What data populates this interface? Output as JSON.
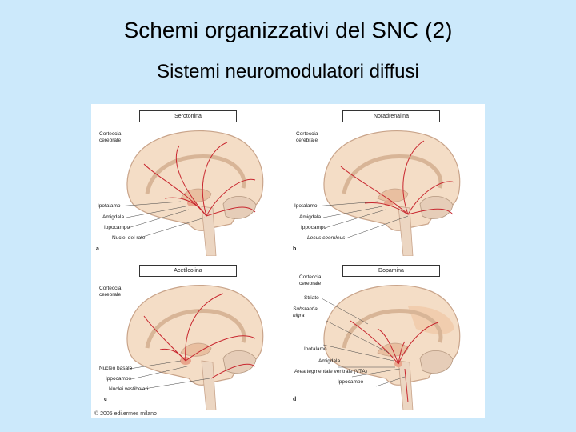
{
  "title": "Schemi organizzativi del SNC (2)",
  "subtitle": "Sistemi neuromodulatori diffusi",
  "panels": {
    "a": {
      "title": "Serotonina",
      "letter": "a",
      "labels": {
        "corteccia": "Corteccia cerebrale",
        "ipotalamo": "Ipotalamo",
        "amigdala": "Amigdala",
        "ippocampo": "Ippocampo",
        "nuclei_rafe": "Nuclei del rafe"
      }
    },
    "b": {
      "title": "Noradrenalina",
      "letter": "b",
      "labels": {
        "corteccia": "Corteccia cerebrale",
        "ipotalamo": "Ipotalamo",
        "amigdala": "Amigdala",
        "ippocampo": "Ippocampo",
        "locus": "Locus coeruleus"
      }
    },
    "c": {
      "title": "Acetilcolina",
      "letter": "c",
      "labels": {
        "corteccia": "Corteccia cerebrale",
        "nucleo_basale": "Nucleo basale",
        "ippocampo": "Ippocampo",
        "nuclei_vestibolari": "Nuclei vestibolari"
      }
    },
    "d": {
      "title": "Dopamina",
      "letter": "d",
      "labels": {
        "corteccia": "Corteccia cerebrale",
        "striato": "Striato",
        "substantia": "Substantia nigra",
        "ipotalamo": "Ipotalamo",
        "amigdala": "Amigdala",
        "vta": "Area tegmentale ventrale (VTA)",
        "ippocampo": "Ippocampo"
      }
    }
  },
  "copyright": "© 2005 edi.ermes milano",
  "colors": {
    "background": "#cce9fb",
    "brain": "#f4ddc6",
    "brain_edge": "#c9a48a",
    "pathway": "#c8262e"
  }
}
